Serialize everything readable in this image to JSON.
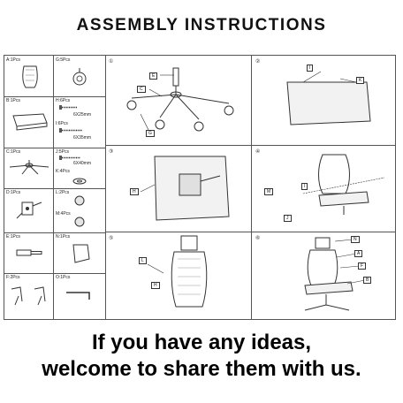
{
  "title": "ASSEMBLY INSTRUCTIONS",
  "parts": [
    {
      "id": "A",
      "qty": "A:1Pcs",
      "icon": "seat-back-icon"
    },
    {
      "id": "G",
      "qty": "G:5Pcs",
      "icon": "caster-wheel-icon"
    },
    {
      "id": "B",
      "qty": "B:1Pcs",
      "icon": "seat-cushion-icon"
    },
    {
      "id": "H",
      "qty": "H:6Pcs",
      "size": "6X25mm",
      "icon": "short-screw-icon"
    },
    {
      "id": "I",
      "qty": "I:6Pcs",
      "size": "6X35mm",
      "icon": "long-screw-icon"
    },
    {
      "id": "C",
      "qty": "C:1Pcs",
      "icon": "chair-base-icon"
    },
    {
      "id": "J",
      "qty": "J:5Pcs",
      "size": "6X40mm",
      "icon": "bolt-icon"
    },
    {
      "id": "K",
      "qty": "K:4Pcs",
      "icon": "washer-icon"
    },
    {
      "id": "D",
      "qty": "D:1Pcs",
      "icon": "mechanism-icon"
    },
    {
      "id": "L",
      "qty": "L:2Pcs",
      "icon": "cap-icon"
    },
    {
      "id": "M",
      "qty": "M:4Pcs",
      "icon": "cap-small-icon"
    },
    {
      "id": "E",
      "qty": "E:1Pcs",
      "icon": "gas-cylinder-icon"
    },
    {
      "id": "N",
      "qty": "N:1Pcs",
      "icon": "headrest-icon"
    },
    {
      "id": "F",
      "qty": "F:2Pcs",
      "icon": "armrest-icon"
    },
    {
      "id": "O",
      "qty": "O:1Pcs",
      "icon": "allen-key-icon"
    }
  ],
  "steps": [
    {
      "num": "①",
      "callouts": [
        "E",
        "C",
        "G"
      ]
    },
    {
      "num": "②",
      "callouts": [
        "I",
        "K"
      ]
    },
    {
      "num": "③",
      "callouts": [
        "H"
      ]
    },
    {
      "num": "④",
      "callouts": [
        "M",
        "I",
        "J"
      ]
    },
    {
      "num": "⑤",
      "callouts": [
        "L",
        "H"
      ]
    },
    {
      "num": "⑥",
      "callouts": [
        "N",
        "A",
        "F",
        "B"
      ]
    }
  ],
  "footer": {
    "line1": "If you have any ideas,",
    "line2": "welcome to share them with us."
  }
}
